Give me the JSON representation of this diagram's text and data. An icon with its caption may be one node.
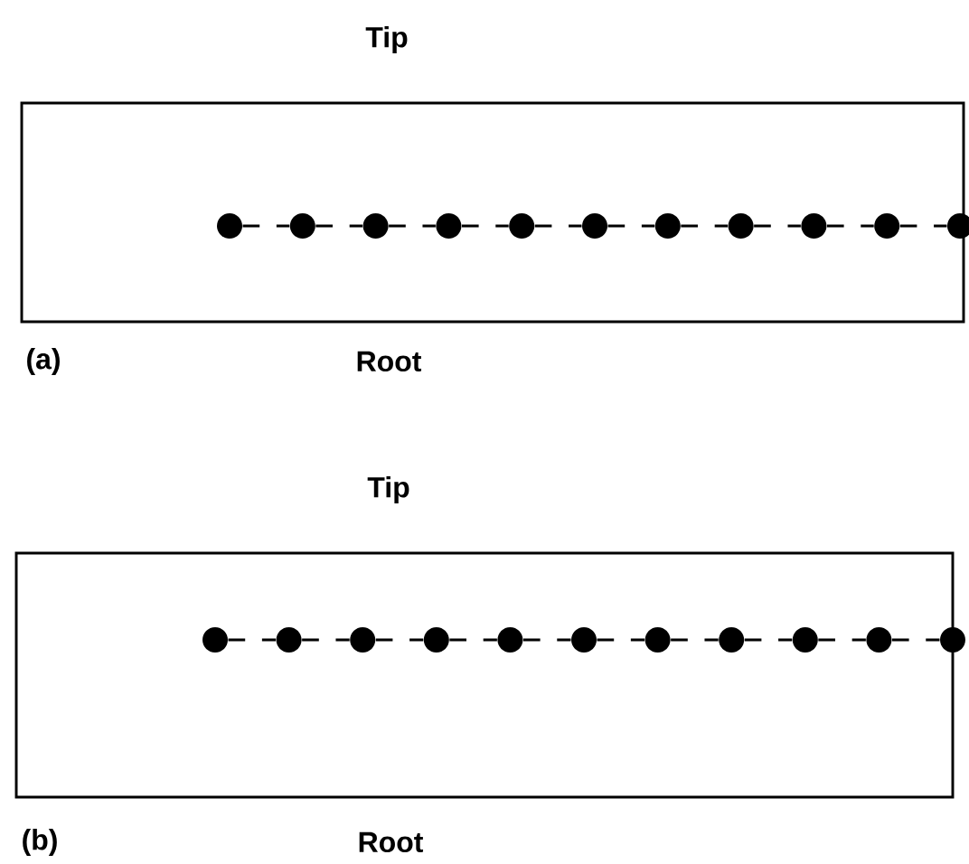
{
  "diagram": {
    "nodes": [
      {
        "text": [
          "Tip",
          "Root"
        ]
      },
      {
        "text": [],
        "shape": "circle",
        "in": 0
      },
      {
        "text": [],
        "shape": "circle",
        "in": 0
      },
      {
        "text": [],
        "shape": "circle",
        "in": 0
      },
      {
        "text": [],
        "shape": "circle",
        "in": 0
      },
      {
        "text": [],
        "shape": "circle",
        "in": 0
      },
      {
        "text": [],
        "shape": "circle",
        "in": 0
      },
      {
        "text": [],
        "shape": "circle",
        "in": 0
      },
      {
        "text": [],
        "shape": "circle",
        "in": 0
      },
      {
        "text": [],
        "shape": "circle",
        "in": 0
      },
      {
        "text": [],
        "shape": "circle",
        "in": 0
      },
      {
        "text": [],
        "shape": "circle",
        "in": 0
      },
      {
        "text": [
          "Tip",
          "Root"
        ]
      },
      {
        "text": [],
        "shape": "circle",
        "in": 12
      },
      {
        "text": [],
        "shape": "circle",
        "in": 12
      },
      {
        "text": [],
        "shape": "circle",
        "in": 12
      },
      {
        "text": [],
        "shape": "circle",
        "in": 12
      },
      {
        "text": [],
        "shape": "circle",
        "in": 12
      },
      {
        "text": [],
        "shape": "circle",
        "in": 12
      },
      {
        "text": [],
        "shape": "circle",
        "in": 12
      },
      {
        "text": [],
        "shape": "circle",
        "in": 12
      },
      {
        "text": [],
        "shape": "circle",
        "in": 12
      },
      {
        "text": [],
        "shape": "circle",
        "in": 12
      },
      {
        "text": [],
        "shape": "circle",
        "in": 12
      }
    ],
    "edges": [
      {
        "from": 1,
        "to": 2,
        "arrow": "none",
        "style": "dashed"
      },
      {
        "from": 2,
        "to": 3,
        "arrow": "none",
        "style": "dashed"
      },
      {
        "from": 3,
        "to": 4,
        "arrow": "none",
        "style": "dashed"
      },
      {
        "from": 4,
        "to": 5,
        "arrow": "none",
        "style": "dashed"
      },
      {
        "from": 5,
        "to": 6,
        "arrow": "none",
        "style": "dashed"
      },
      {
        "from": 6,
        "to": 7,
        "arrow": "none",
        "style": "dashed"
      },
      {
        "from": 7,
        "to": 8,
        "arrow": "none",
        "style": "dashed"
      },
      {
        "from": 8,
        "to": 9,
        "arrow": "none",
        "style": "dashed"
      },
      {
        "from": 9,
        "to": 10,
        "arrow": "none",
        "style": "dashed"
      },
      {
        "from": 10,
        "to": 11,
        "arrow": "none",
        "style": "dashed"
      },
      {
        "from": 13,
        "to": 14,
        "arrow": "none",
        "style": "dashed"
      },
      {
        "from": 14,
        "to": 15,
        "arrow": "none",
        "style": "dashed"
      },
      {
        "from": 15,
        "to": 16,
        "arrow": "none",
        "style": "dashed"
      },
      {
        "from": 16,
        "to": 17,
        "arrow": "none",
        "style": "dashed"
      },
      {
        "from": 17,
        "to": 18,
        "arrow": "none",
        "style": "dashed"
      },
      {
        "from": 18,
        "to": 19,
        "arrow": "none",
        "style": "dashed"
      },
      {
        "from": 19,
        "to": 20,
        "arrow": "none",
        "style": "dashed"
      },
      {
        "from": 20,
        "to": 21,
        "arrow": "none",
        "style": "dashed"
      },
      {
        "from": 21,
        "to": 22,
        "arrow": "none",
        "style": "dashed"
      },
      {
        "from": 22,
        "to": 23,
        "arrow": "none",
        "style": "dashed"
      }
    ],
    "labels": [
      "(a)",
      "(b)"
    ]
  }
}
